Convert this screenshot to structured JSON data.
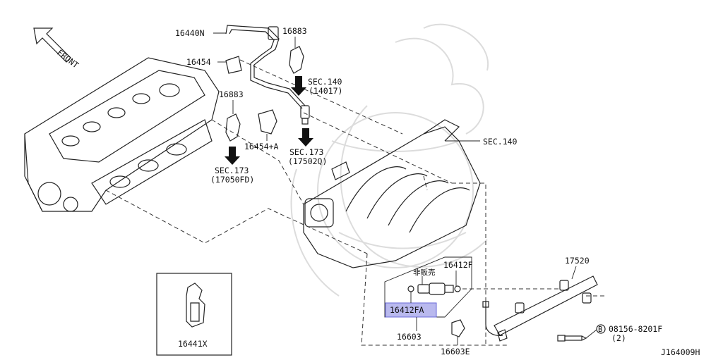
{
  "diagram_id": "J164009H",
  "front_label": "FRONT",
  "callouts": {
    "hose": "16440N",
    "clip_top": "16883",
    "clamp_top": "16454",
    "sec140_top": "SEC.140",
    "sec140_top_sub": "(14017)",
    "clip_left": "16883",
    "clamp_mid": "16454+A",
    "sec173_mid": "SEC.173",
    "sec173_mid_sub": "(17502Q)",
    "sec173_left": "SEC.173",
    "sec173_left_sub": "(17050FD)",
    "sec140_right": "SEC.140",
    "not_for_sale": "非販売",
    "injector_seal": "16412F",
    "injector_seal_kit": "16412FA",
    "injector_assy": "16603",
    "injector_clip": "16603E",
    "fuel_rail": "17520",
    "bolt_marker": "B",
    "bolt": "08156-8201F",
    "bolt_qty": "(2)",
    "inset_part": "16441X"
  },
  "colors": {
    "highlight": "#b9b9ee",
    "line": "#222222",
    "watermark": "#dcdcdc"
  }
}
